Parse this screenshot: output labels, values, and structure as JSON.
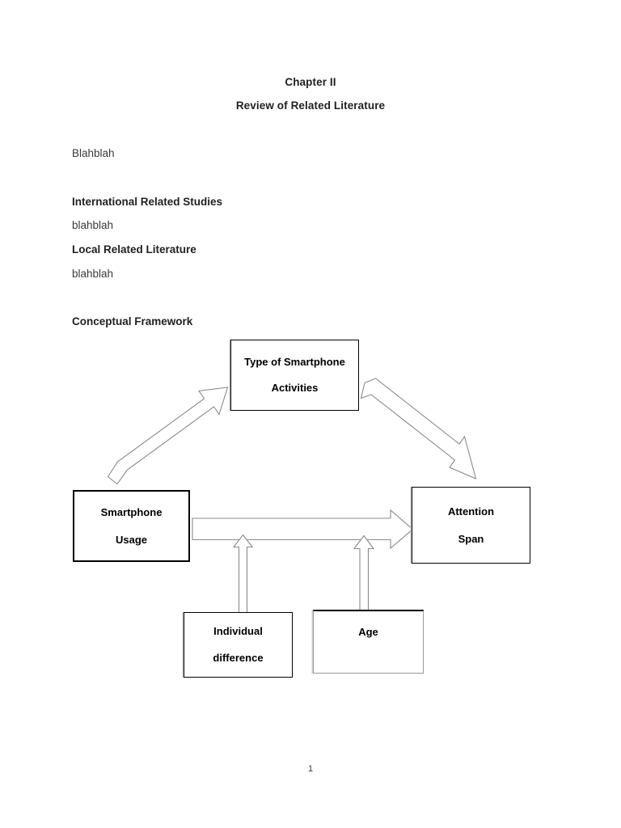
{
  "document": {
    "title_line_1": "Chapter II",
    "title_line_2": "Review of Related Literature",
    "intro_text": "Blahblah",
    "sections": [
      {
        "heading": "International Related Studies",
        "body": "blahblah"
      },
      {
        "heading": "Local Related Literature",
        "body": "blahblah"
      }
    ],
    "framework_heading": "Conceptual Framework",
    "page_number": "1"
  },
  "diagram": {
    "nodes": {
      "type_of_smartphone_activities": {
        "line_1": "Type of Smartphone",
        "line_2": "Activities"
      },
      "smartphone_usage": {
        "line_1": "Smartphone",
        "line_2": "Usage"
      },
      "attention_span": {
        "line_1": "Attention",
        "line_2": "Span"
      },
      "individual_difference": {
        "line_1": "Individual",
        "line_2": "difference"
      },
      "age": {
        "line_1": "Age"
      }
    },
    "arrows": [
      {
        "name": "usage-to-type-arrow",
        "from": "smartphone_usage",
        "to": "type_of_smartphone_activities",
        "direction": "up-right"
      },
      {
        "name": "type-to-attention-arrow",
        "from": "type_of_smartphone_activities",
        "to": "attention_span",
        "direction": "down-right"
      },
      {
        "name": "usage-to-attention-arrow",
        "from": "smartphone_usage",
        "to": "attention_span",
        "direction": "right"
      },
      {
        "name": "individual-difference-to-main-arrow",
        "from": "individual_difference",
        "to": "usage-to-attention-arrow",
        "direction": "up"
      },
      {
        "name": "age-to-main-arrow",
        "from": "age",
        "to": "usage-to-attention-arrow",
        "direction": "up"
      }
    ]
  },
  "colors": {
    "page_background": "#ffffff",
    "text": "#231f20",
    "body_text": "#3a3a3a",
    "box_border": "#000000",
    "arrow_outline": "#8b8b8b"
  }
}
